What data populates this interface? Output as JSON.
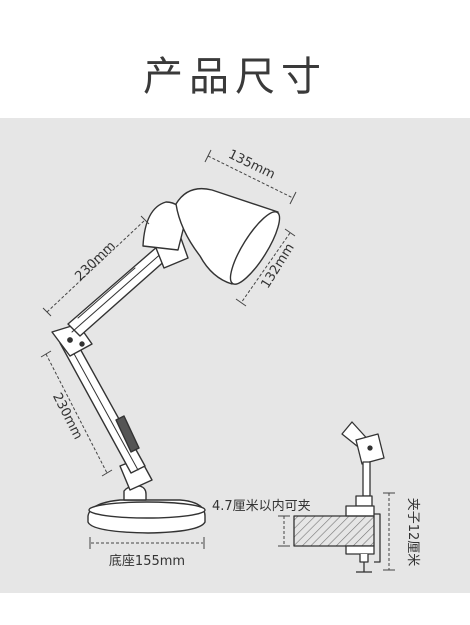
{
  "title": "产品尺寸",
  "dimensions": {
    "shade_width": "135mm",
    "shade_height": "132mm",
    "upper_arm": "230mm",
    "lower_arm": "230mm",
    "base": "底座155mm",
    "clamp_thickness": "4.7厘米以内可夹",
    "clamp_height": "夹子12厘米"
  },
  "colors": {
    "panel_bg": "#e6e6e6",
    "line": "#333333",
    "fill": "#ffffff"
  }
}
